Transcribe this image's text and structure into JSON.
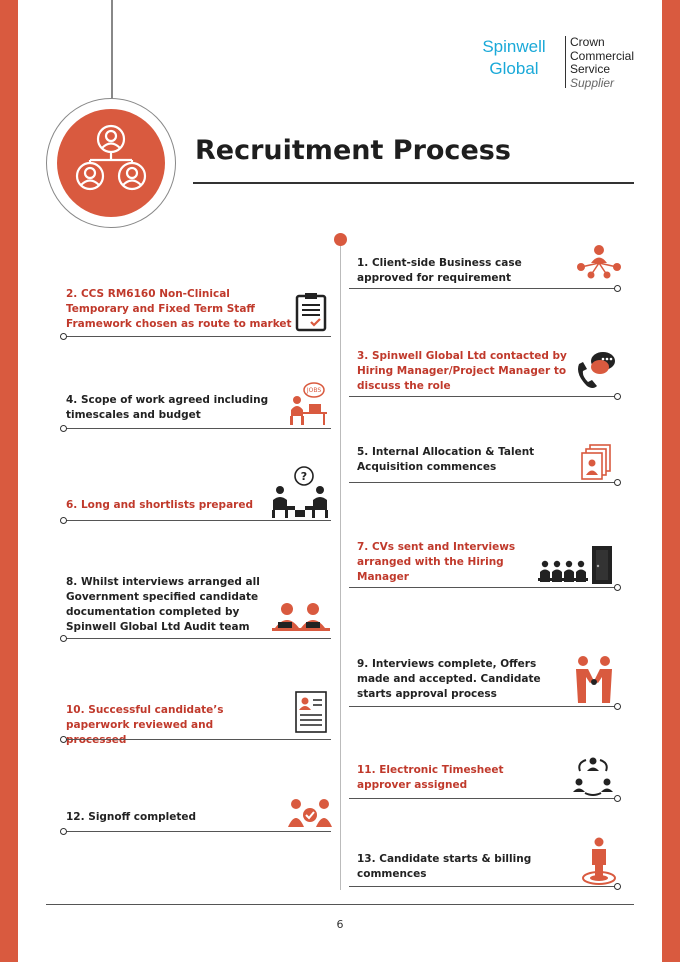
{
  "logo": {
    "brand_line1": "Spinwell",
    "brand_line2": "Global",
    "ccs_line1": "Crown",
    "ccs_line2": "Commercial",
    "ccs_line3": "Service",
    "ccs_line4": "Supplier"
  },
  "title": "Recruitment Process",
  "colors": {
    "accent": "#d95a3f",
    "red_text": "#c0392b",
    "logo_blue": "#1aa9d8",
    "dark_text": "#222222"
  },
  "steps": [
    {
      "text": "1. Client-side Business case approved for requirement",
      "icon": "network-people-icon"
    },
    {
      "text": "2. CCS RM6160 Non-Clinical Temporary and Fixed Term Staff Framework chosen as route to market",
      "icon": "clipboard-icon"
    },
    {
      "text": "3. Spinwell Global Ltd contacted by Hiring Manager/Project Manager to discuss the role",
      "icon": "phone-chat-icon"
    },
    {
      "text": "4. Scope of work agreed including timescales and budget",
      "icon": "jobs-desk-icon"
    },
    {
      "text": "5. Internal Allocation & Talent Acquisition commences",
      "icon": "profile-documents-icon"
    },
    {
      "text": "6. Long and shortlists prepared",
      "icon": "interview-question-icon"
    },
    {
      "text": "7. CVs sent and Interviews arranged with the Hiring Manager",
      "icon": "waiting-room-icon"
    },
    {
      "text": "8. Whilst interviews arranged all Government specified candidate documentation completed by Spinwell Global Ltd Audit team",
      "icon": "audit-team-icon"
    },
    {
      "text": "9. Interviews complete, Offers made and accepted. Candidate starts approval process",
      "icon": "handshake-icon"
    },
    {
      "text": "10. Successful candidate’s paperwork reviewed and processed",
      "icon": "resume-document-icon"
    },
    {
      "text": "11. Electronic Timesheet approver assigned",
      "icon": "cycle-people-icon"
    },
    {
      "text": "12. Signoff completed",
      "icon": "signoff-people-icon"
    },
    {
      "text": "13. Candidate starts & billing commences",
      "icon": "person-target-icon"
    }
  ],
  "page_number": "6"
}
